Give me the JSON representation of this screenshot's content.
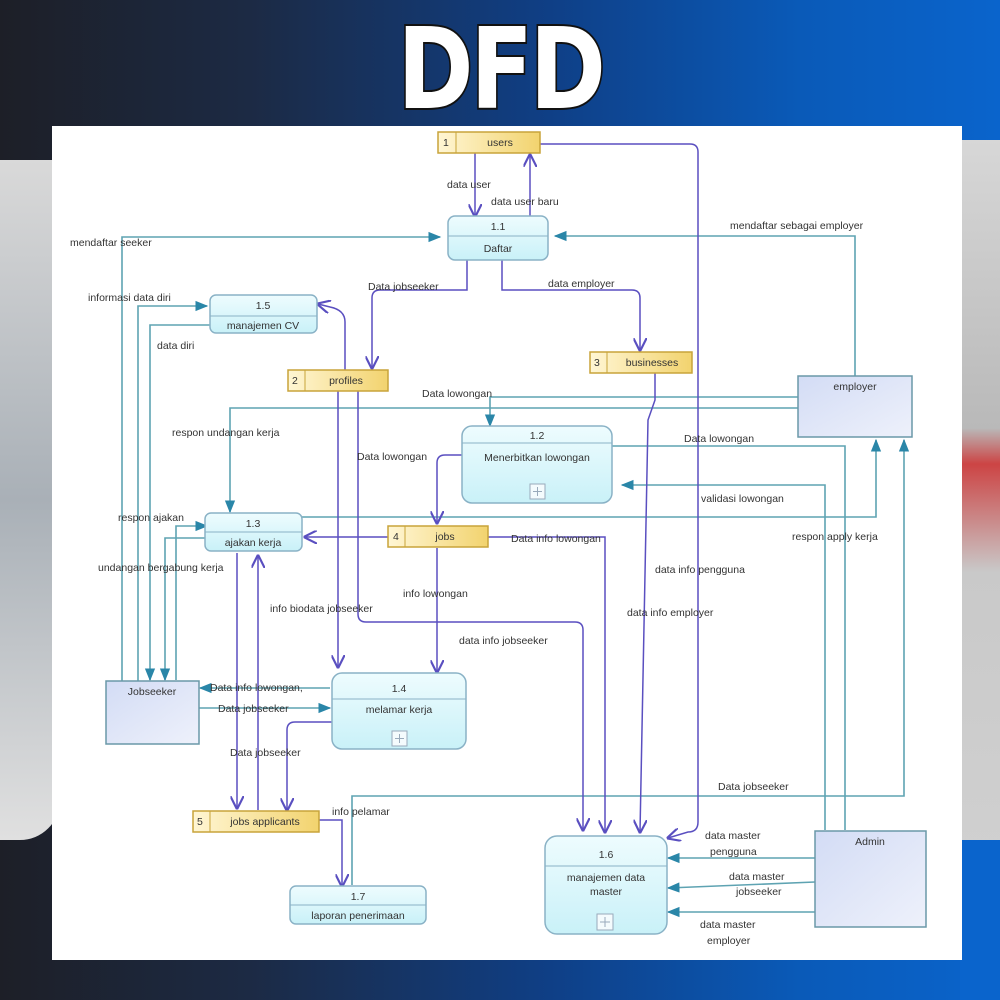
{
  "title": "DFD",
  "colors": {
    "process_fill": "#d8f6fb",
    "process_stroke": "#7aa8c0",
    "store_fill": "#f7dc86",
    "store_stroke": "#c8a43a",
    "entity_fill": "#dde3f7",
    "entity_stroke": "#6a98a8",
    "flow_purple": "#5a4fc0",
    "flow_teal": "#4a98a8"
  },
  "processes": [
    {
      "id": "1.1",
      "name": "Daftar"
    },
    {
      "id": "1.2",
      "name": "Menerbitkan lowongan"
    },
    {
      "id": "1.3",
      "name": "ajakan kerja"
    },
    {
      "id": "1.4",
      "name": "melamar kerja"
    },
    {
      "id": "1.5",
      "name": "manajemen CV"
    },
    {
      "id": "1.6",
      "name": "manajemen data master"
    },
    {
      "id": "1.7",
      "name": "laporan penerimaan"
    }
  ],
  "data_stores": [
    {
      "num": "1",
      "name": "users"
    },
    {
      "num": "2",
      "name": "profiles"
    },
    {
      "num": "3",
      "name": "businesses"
    },
    {
      "num": "4",
      "name": "jobs"
    },
    {
      "num": "5",
      "name": "jobs applicants"
    }
  ],
  "entities": [
    {
      "name": "employer"
    },
    {
      "name": "Jobseeker"
    },
    {
      "name": "Admin"
    }
  ],
  "flows": {
    "data_user": "data user",
    "data_user_baru": "data user baru",
    "mendaftar_seeker": "mendaftar seeker",
    "mendaftar_employer": "mendaftar sebagai employer",
    "data_jobseeker_1": "Data jobseeker",
    "data_employer": "data employer",
    "informasi_data_diri": "informasi data diri",
    "data_diri": "data diri",
    "data_lowongan_1": "Data lowongan",
    "respon_undangan": "respon undangan kerja",
    "data_lowongan_2": "Data lowongan",
    "data_lowongan_3": "Data lowongan",
    "validasi_lowongan": "validasi lowongan",
    "respon_apply": "respon apply kerja",
    "respon_ajakan": "respon ajakan",
    "undangan_bergabung": "undangan bergabung kerja",
    "data_info_lowongan_1": "Data info lowongan",
    "info_lowongan": "info lowongan",
    "data_info_pengguna": "data info pengguna",
    "info_biodata": "info biodata jobseeker",
    "data_info_employer": "data info employer",
    "data_info_jobseeker": "data info jobseeker",
    "data_info_lowongan_2": "Data info lowongan,",
    "data_jobseeker_2": "Data jobseeker",
    "data_jobseeker_3": "Data jobseeker",
    "data_jobseeker_4": "Data jobseeker",
    "info_pelamar": "info  pelamar",
    "master_pengguna_1": "data master",
    "master_pengguna_2": "pengguna",
    "master_jobseeker_1": "data master",
    "master_jobseeker_2": "jobseeker",
    "master_employer_1": "data master",
    "master_employer_2": "employer"
  }
}
